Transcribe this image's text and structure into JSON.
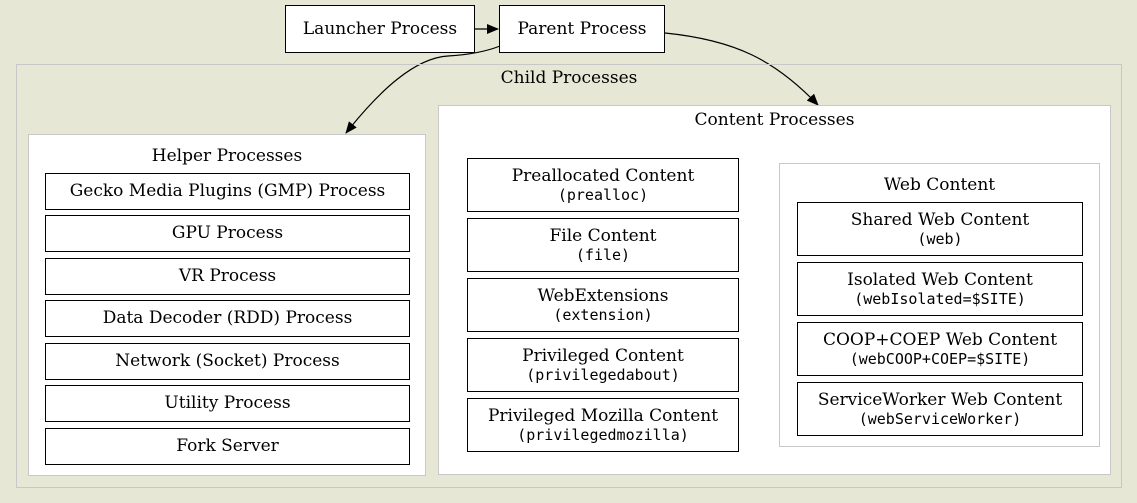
{
  "top": {
    "launcher": "Launcher Process",
    "parent": "Parent Process"
  },
  "child_cluster": {
    "title": "Child Processes"
  },
  "helper_cluster": {
    "title": "Helper Processes",
    "items": [
      "Gecko Media Plugins (GMP) Process",
      "GPU Process",
      "VR Process",
      "Data Decoder (RDD) Process",
      "Network (Socket) Process",
      "Utility Process",
      "Fork Server"
    ]
  },
  "content_cluster": {
    "title": "Content Processes",
    "items": [
      {
        "label": "Preallocated Content",
        "code": "(prealloc)"
      },
      {
        "label": "File Content",
        "code": "(file)"
      },
      {
        "label": "WebExtensions",
        "code": "(extension)"
      },
      {
        "label": "Privileged Content",
        "code": "(privilegedabout)"
      },
      {
        "label": "Privileged Mozilla Content",
        "code": "(privilegedmozilla)"
      }
    ]
  },
  "web_cluster": {
    "title": "Web Content",
    "items": [
      {
        "label": "Shared Web Content",
        "code": "(web)"
      },
      {
        "label": "Isolated Web Content",
        "code": "(webIsolated=$SITE)"
      },
      {
        "label": "COOP+COEP Web Content",
        "code": "(webCOOP+COEP=$SITE)"
      },
      {
        "label": "ServiceWorker Web Content",
        "code": "(webServiceWorker)"
      }
    ]
  },
  "colors": {
    "background": "#e6e7d4",
    "cluster_fill": "#ffffff",
    "cluster_border": "#c8c8c8",
    "box_border": "#000000"
  }
}
